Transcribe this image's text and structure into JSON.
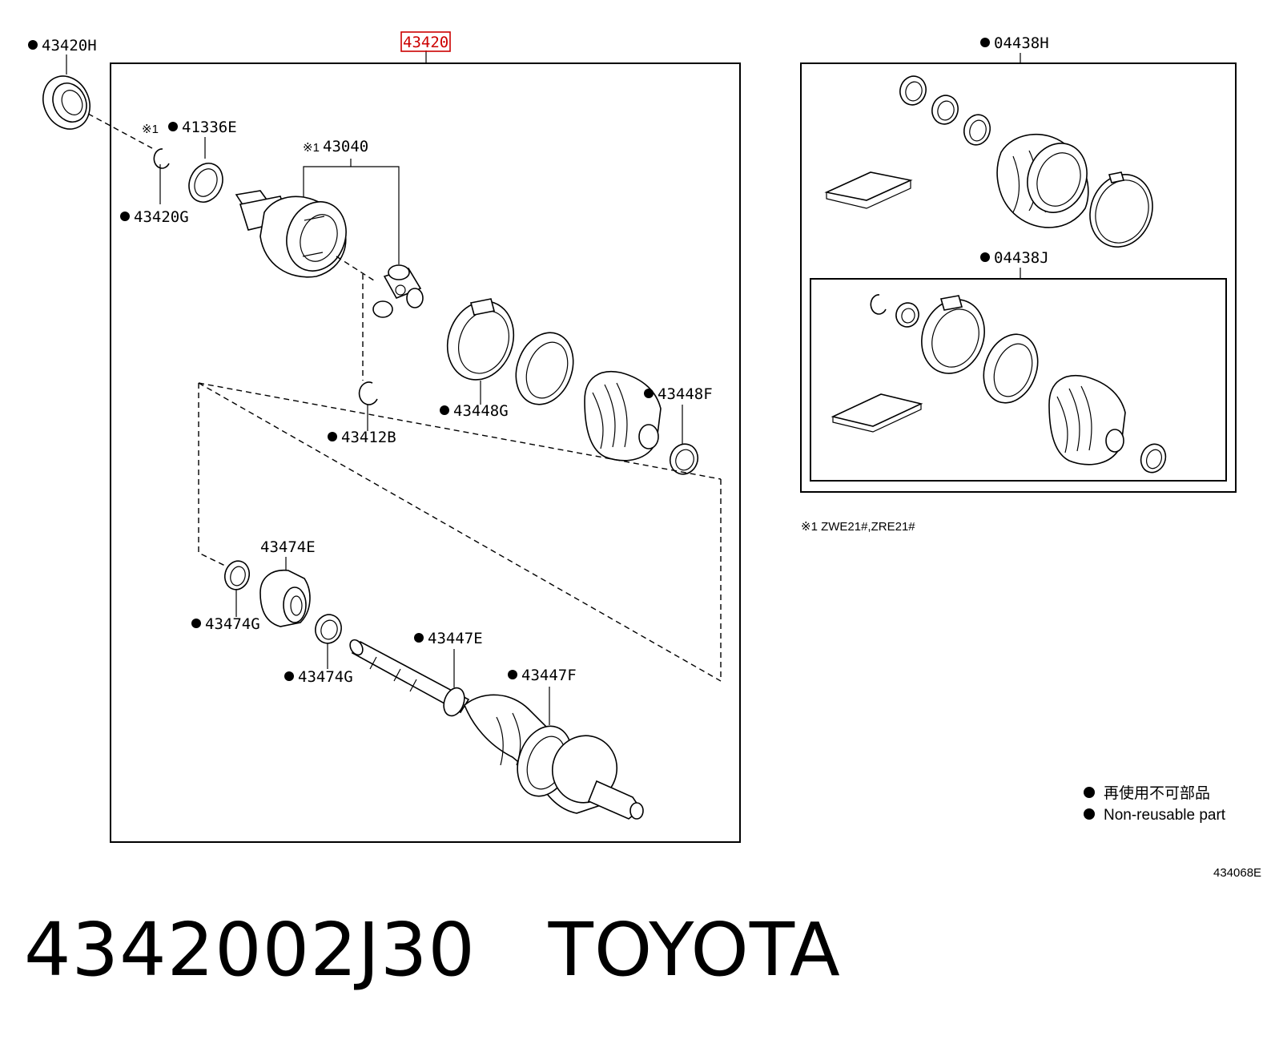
{
  "main_assembly": {
    "label": "43420"
  },
  "callouts": [
    {
      "id": "c-43420H",
      "text": "43420H",
      "bullet": true,
      "note": ""
    },
    {
      "id": "c-41336E",
      "text": "41336E",
      "bullet": true,
      "note": "※1"
    },
    {
      "id": "c-43040",
      "text": "43040",
      "bullet": false,
      "note": "※1"
    },
    {
      "id": "c-43420G",
      "text": "43420G",
      "bullet": true,
      "note": ""
    },
    {
      "id": "c-43412B",
      "text": "43412B",
      "bullet": true,
      "note": ""
    },
    {
      "id": "c-43448G",
      "text": "43448G",
      "bullet": true,
      "note": ""
    },
    {
      "id": "c-43448F",
      "text": "43448F",
      "bullet": true,
      "note": ""
    },
    {
      "id": "c-43474E",
      "text": "43474E",
      "bullet": false,
      "note": ""
    },
    {
      "id": "c-43474G-a",
      "text": "43474G",
      "bullet": true,
      "note": ""
    },
    {
      "id": "c-43474G-b",
      "text": "43474G",
      "bullet": true,
      "note": ""
    },
    {
      "id": "c-43447E",
      "text": "43447E",
      "bullet": true,
      "note": ""
    },
    {
      "id": "c-43447F",
      "text": "43447F",
      "bullet": true,
      "note": ""
    },
    {
      "id": "c-04438H",
      "text": "04438H",
      "bullet": true,
      "note": ""
    },
    {
      "id": "c-04438J",
      "text": "04438J",
      "bullet": true,
      "note": ""
    }
  ],
  "footnote": "※1 ZWE21#,ZRE21#",
  "legend": {
    "line_cn": "再使用不可部品",
    "line_en": "Non-reusable part"
  },
  "figure_code": "434068E",
  "caption": {
    "part_number": "4342002J30",
    "brand": "TOYOTA"
  },
  "colors": {
    "highlight": "#cc0000",
    "line": "#000000"
  }
}
